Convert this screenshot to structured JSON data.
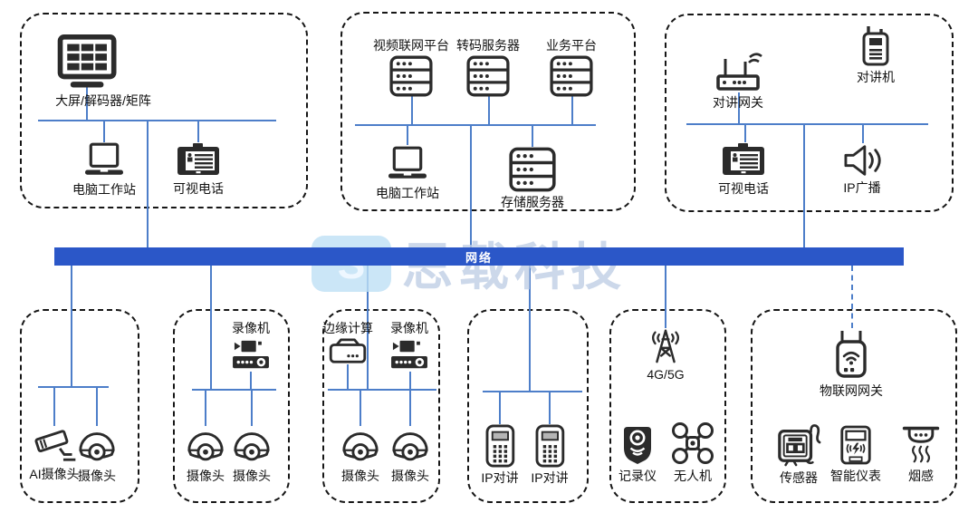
{
  "theme": {
    "bar_color": "#2b57c8",
    "line_color": "#4d7ec9",
    "border_color": "#161616",
    "icon_color": "#2b2b2b",
    "label_color": "#111111",
    "wm_text": "#c0cfe6",
    "wm_logo": "#bfe1f6",
    "bg": "#ffffff"
  },
  "watermark": {
    "logo_text": "S",
    "brand_text": "思载科技"
  },
  "network_bus": {
    "label": "网络"
  },
  "zones": {
    "control_center": {
      "video_wall": "大屏/解码器/矩阵",
      "workstation": "电脑工作站",
      "video_phone": "可视电话"
    },
    "platform": {
      "video_platform": "视频联网平台",
      "transcoding_server": "转码服务器",
      "business_platform": "业务平台",
      "workstation": "电脑工作站",
      "storage_server": "存储服务器"
    },
    "intercom": {
      "gateway": "对讲网关",
      "walkie_talkie": "对讲机",
      "video_phone": "可视电话",
      "ip_broadcast": "IP广播"
    },
    "ai_cameras": {
      "ai_camera": "AI摄像头",
      "camera": "摄像头"
    },
    "nvr_cameras": {
      "recorder": "录像机",
      "camera_1": "摄像头",
      "camera_2": "摄像头"
    },
    "edge_cameras": {
      "edge_computing": "边缘计算",
      "recorder": "录像机",
      "camera_1": "摄像头",
      "camera_2": "摄像头"
    },
    "ip_intercom": {
      "intercom_1": "IP对讲",
      "intercom_2": "IP对讲"
    },
    "cellular": {
      "network": "4G/5G",
      "body_camera": "记录仪",
      "drone": "无人机"
    },
    "iot": {
      "gateway": "物联网网关",
      "sensor": "传感器",
      "smart_meter": "智能仪表",
      "smoke_detector": "烟感"
    }
  }
}
